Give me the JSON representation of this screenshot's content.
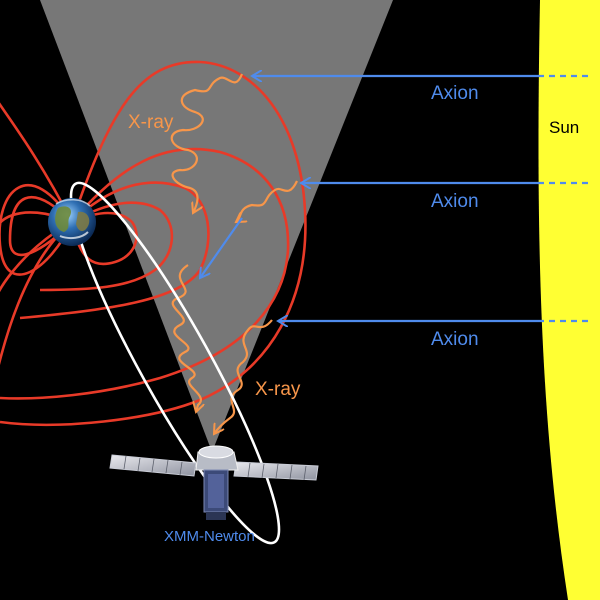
{
  "labels": {
    "sun": "Sun",
    "axion_1": "Axion",
    "axion_2": "Axion",
    "axion_3": "Axion",
    "xray_1": "X-ray",
    "xray_2": "X-ray",
    "satellite": "XMM-Newton"
  },
  "colors": {
    "background": "#000000",
    "sun": "#ffff33",
    "field_lines": "#e83a28",
    "xray": "#f7964a",
    "axion": "#4f8bec",
    "satellite_label": "#4f8bec",
    "orbit": "#ffffff",
    "fov_cone": "#8c8c8c"
  },
  "icons": {
    "earth": "earth-globe-icon",
    "satellite": "xmm-newton-satellite-icon"
  }
}
